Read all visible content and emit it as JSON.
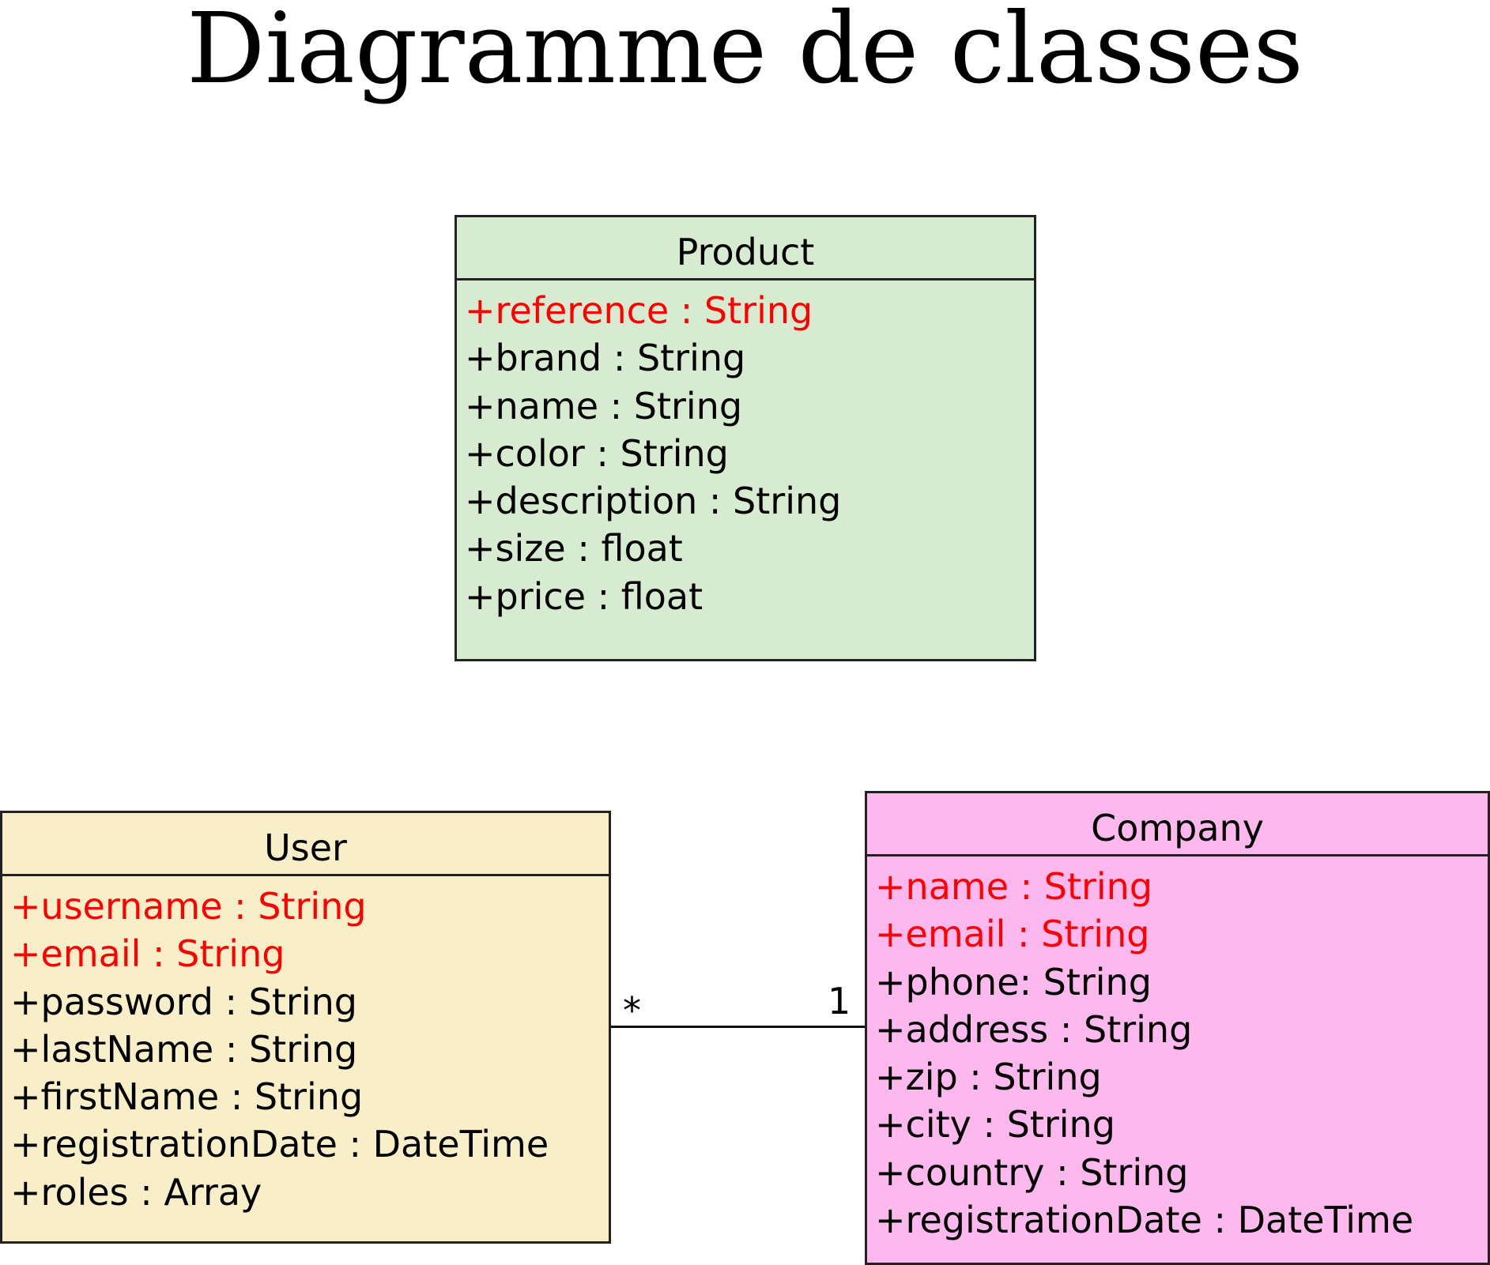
{
  "title": "Diagramme de classes",
  "colors": {
    "product_fill": "#d7ebd0",
    "user_fill": "#f8eec8",
    "company_fill": "#fdb8ee",
    "key_attribute_text": "#ff0000",
    "border": "#222222"
  },
  "classes": [
    {
      "id": "product",
      "name": "Product",
      "attributes": [
        {
          "text": "+reference : String",
          "key": true
        },
        {
          "text": "+brand : String",
          "key": false
        },
        {
          "text": "+name : String",
          "key": false
        },
        {
          "text": "+color : String",
          "key": false
        },
        {
          "text": "+description : String",
          "key": false
        },
        {
          "text": "+size : float",
          "key": false
        },
        {
          "text": "+price : float",
          "key": false
        }
      ]
    },
    {
      "id": "user",
      "name": "User",
      "attributes": [
        {
          "text": "+username : String",
          "key": true
        },
        {
          "text": "+email : String",
          "key": true
        },
        {
          "text": "+password : String",
          "key": false
        },
        {
          "text": "+lastName : String",
          "key": false
        },
        {
          "text": "+firstName : String",
          "key": false
        },
        {
          "text": "+registrationDate : DateTime",
          "key": false
        },
        {
          "text": "+roles : Array",
          "key": false
        }
      ]
    },
    {
      "id": "company",
      "name": "Company",
      "attributes": [
        {
          "text": "+name : String",
          "key": true
        },
        {
          "text": "+email : String",
          "key": true
        },
        {
          "text": "+phone: String",
          "key": false
        },
        {
          "text": "+address : String",
          "key": false
        },
        {
          "text": "+zip : String",
          "key": false
        },
        {
          "text": "+city : String",
          "key": false
        },
        {
          "text": "+country : String",
          "key": false
        },
        {
          "text": "+registrationDate : DateTime",
          "key": false
        }
      ]
    }
  ],
  "association": {
    "from": "user",
    "to": "company",
    "from_multiplicity": "*",
    "to_multiplicity": "1"
  }
}
